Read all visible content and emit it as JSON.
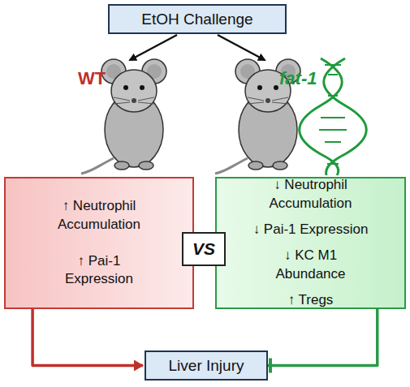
{
  "diagram": {
    "nodes": [
      {
        "text": [
          "EtOH Challenge"
        ]
      },
      {
        "text": [
          "↑ Neutrophil Accumulation",
          "↑ Pai-1 Expression"
        ]
      },
      {
        "text": [
          "VS"
        ]
      },
      {
        "text": [
          "↓ Neutrophil Accumulation",
          "↓ Pai-1 Expression",
          "↓ KC M1 Abundance",
          "↑ Tregs"
        ]
      },
      {
        "text": [
          "Liver Injury"
        ]
      }
    ],
    "edges": [
      {
        "from": 1,
        "to": 4,
        "arrow": "to"
      },
      {
        "from": 3,
        "to": 4,
        "arrow": "to"
      }
    ],
    "labels": [
      "WT",
      "fat-1"
    ]
  }
}
